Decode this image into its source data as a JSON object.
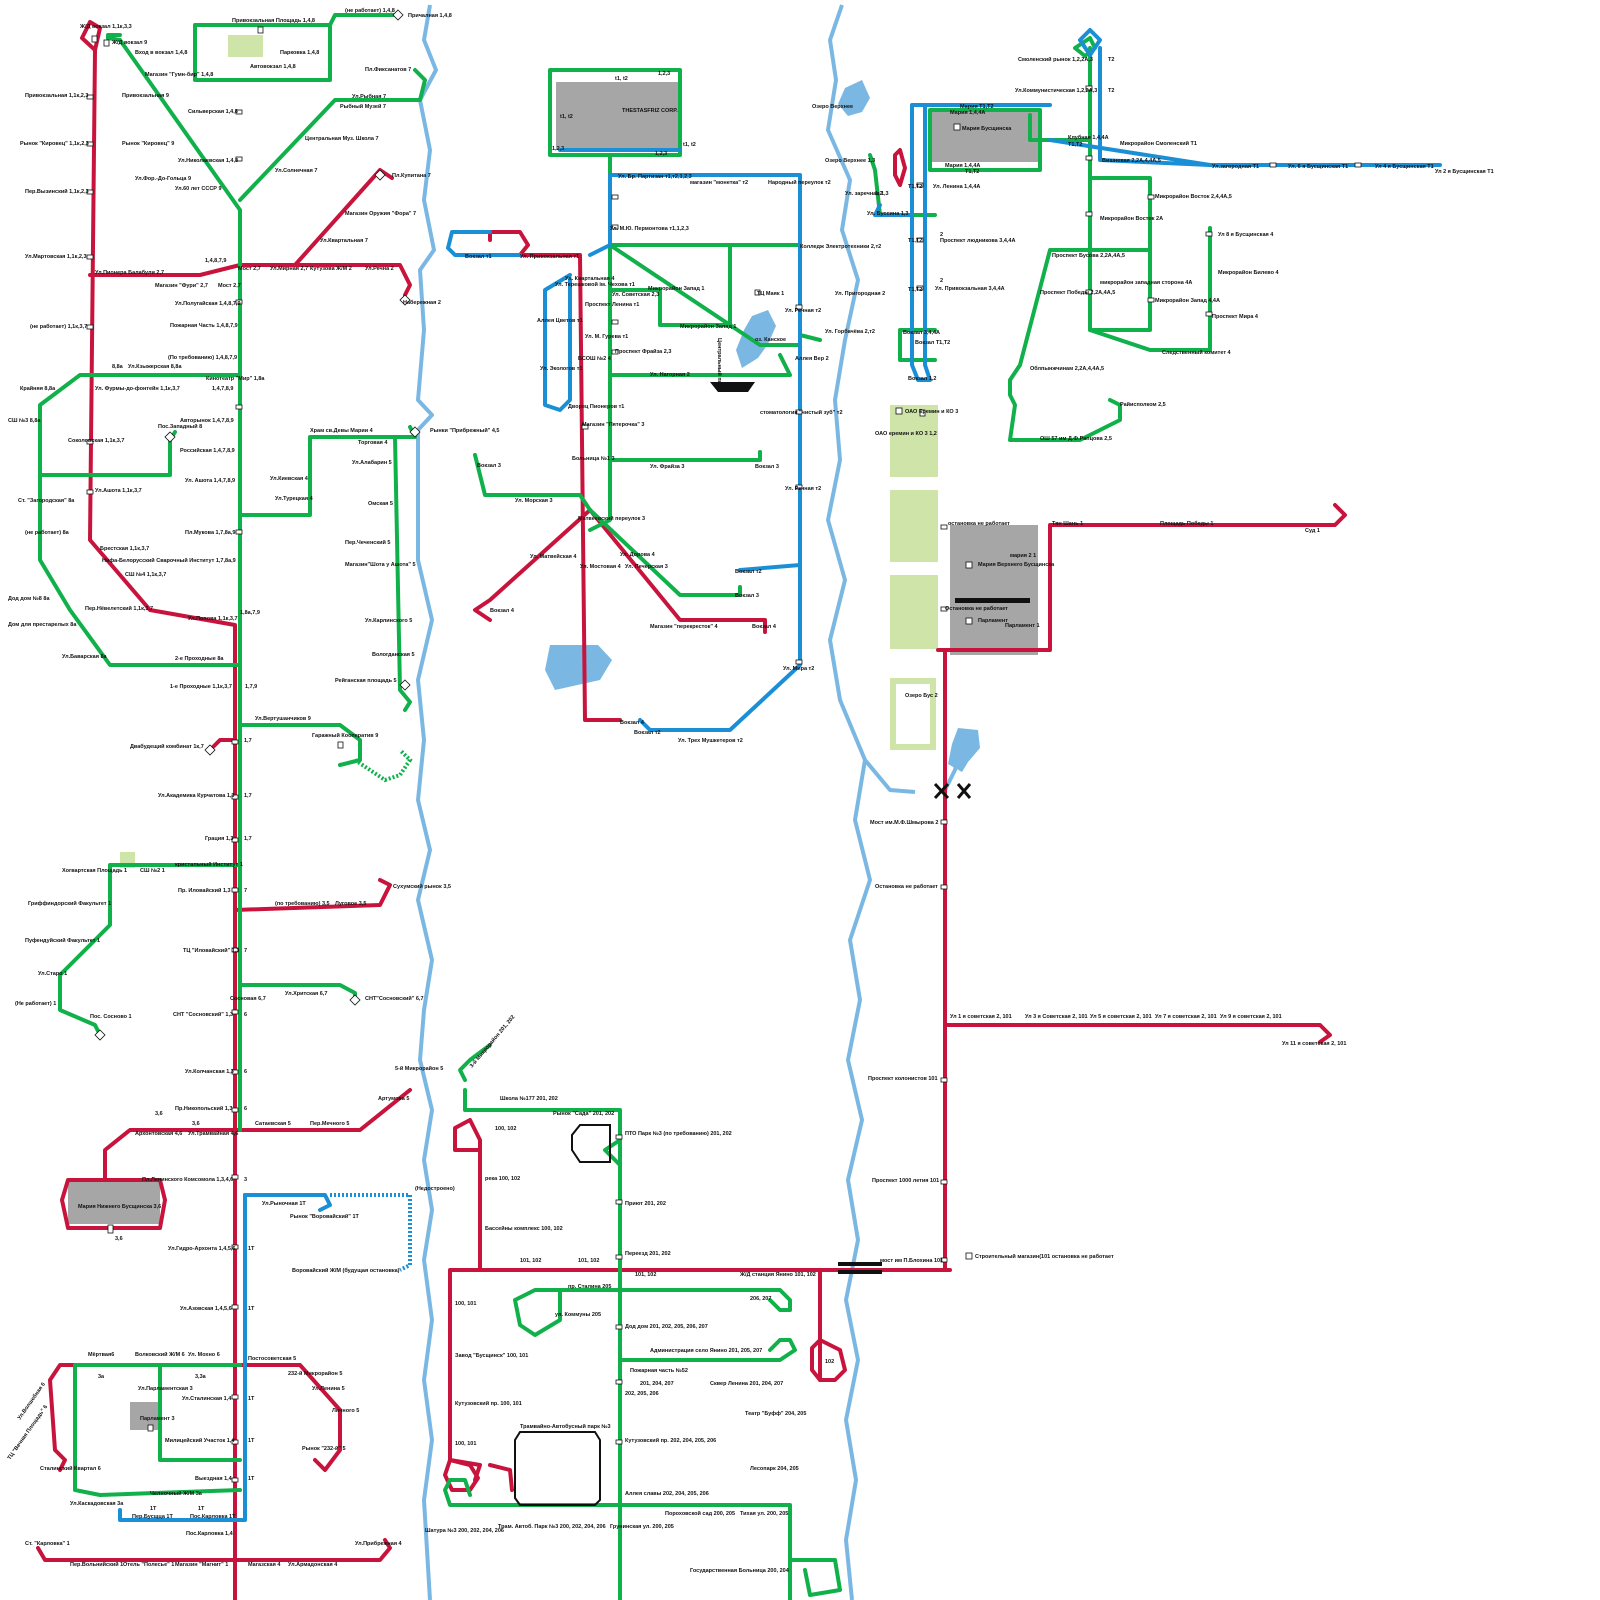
{
  "colors": {
    "tram_red": "#c8143c",
    "bus_green": "#10b04a",
    "trolley_blue": "#1a8fd6",
    "water": "#7ab8e3",
    "park": "#cfe4a8",
    "building": "#a6a6a6"
  },
  "icons": [
    "terminus-diamond-icon",
    "stop-square-icon",
    "landmark-square-icon",
    "bridge-icon"
  ],
  "labels": {
    "wesh_vokzal": "Ж/Д вокзал 1,1к,3,3",
    "priv_ploshad": "Привокзальная Площадь 1,4,8",
    "ne_rabotaet_top": "(не работает) 1,4,8",
    "prichalnyj": "Причалная 1,4,8",
    "vokzal9": "Ж/Д вокзал 9",
    "vhod": "Вход в вокзал 1,4,8",
    "parkovka": "Парковка 1,4,8",
    "avtovokzal": "Автовокзал 1,4,8",
    "gum_bir": "Магазин \"Гумн-бир\" 1,4,8",
    "privokzalnaya9": "Привокзальная 9",
    "privokzalnaya_left": "Привокзальная 1,1к,2,3",
    "silverskaya": "Сильверская 1,4,8",
    "rynok_kirovec": "Рынок \"Кировец\" 1,1к,2,3",
    "rynok_kirovec9": "Рынок \"Кировец\" 9",
    "nikolaevskaya": "Ул.Николаевская 1,4,8",
    "per_vyzinsky": "Пер.Вызинский 1,1к,2,3",
    "ul_fedorova": "Ул.Фор.-До-Гольца 9",
    "ul_60let": "Ул.60 лет СССР 9",
    "pl_fiksanatov": "Пл.Фиксанатов 7",
    "ul_rybnaya": "Ул.Рыбная 7",
    "rybny_muzej": "Рыбный Музей 7",
    "centr_muz": "Центральная Муз. Школа 7",
    "ul_solnechnaya": "Ул.Солнечная 7",
    "pl_kupitana": "Пл.Купитана 7",
    "magazin_oruzhiya": "Магазин Оружия \"Фора\" 7",
    "ul_kvartalnaya": "Ул.Квартальная 7",
    "ul_martovskaya": "Ул.Мартовская 1,1к,2,3",
    "ul_pionera": "Ул.Пионера Балабули 2,7",
    "magazin_furi": "Магазин \"Фури\" 2,7",
    "most27": "Мост 2,7",
    "most27b": "Мост 2,7",
    "node1": "1,4,8,7,9",
    "ul_mirnaya": "Ул.Мирная 2,7",
    "kutuzova": "Кутузова Ж/М 2",
    "ul_rechnaya": "Ул.Речна 2",
    "naberezhnaya": "Набережная 2",
    "poltavskaya": "Ул.Полугайская 1,4,8,7,9",
    "ne_rabotaet_left": "(не работает) 1,1к,3,7",
    "pozharnaya": "Пожарная Часть 1,4,8,7,9",
    "po_trebovaniyu": "(По требованию) 1,4,8,7,9",
    "kinoteatr": "Кинотеатр \"Мир\" 1,8а",
    "ul_kirovskaya": "Ул.Кзыжерская 8,8а",
    "s8a": "8,8а",
    "krainyaya": "Крайняя 8,8а",
    "ul_frunze": "Ул. Фурмы-до-фонтейн 1,1к,3,7",
    "n1478": "1,4,7,8,9",
    "sh3": "СШ №3 8,8а",
    "avtorynok": "Авторынок 1,4,7,8,9",
    "pos_zapadny": "Пос.Западный 8",
    "sokolovsk": "Соколовская 1,1к,3,7",
    "rossiyskaya": "Российская 1,4,7,8,9",
    "ul_ashota": "Ул. Ашота 1,4,7,8,9",
    "ul_ashota2": "Ул.Ашота 1,1к,3,7",
    "st_zagorod": "Ст. \"Загородская\" 8а",
    "ne_rabotaet_8a": "(не работает) 8а",
    "brestskaya": "Брестская 1,1к,3,7",
    "ninfa": "Нифа-Белорусский Сварочный Институт 1,7,8а,9",
    "sh4": "СШ №4 1,1к,3,7",
    "pl_mukova": "Пл.Мукова 1,7,8а,9",
    "dod_dom": "Дод дом №8 8а",
    "per_neveletsky": "Пер.Нёвелетский 1,1к,3,7",
    "dom_prestarelyh": "Дом для престарелых 8а",
    "ul_popova": "Ул.Попова 1,1к,3,7",
    "n179": "1,8а,7,9",
    "ul_bavarskaya": "Ул.Баварская 8а",
    "vtoroy_proh": "2-е Проходные 8а",
    "perv_proh": "1-е Проходные 1,1к,3,7",
    "n179b": "1,7,9",
    "hram": "Храм св.Девы Марии 4",
    "torgovaya": "Торговая 4",
    "rynki_pribrezh": "Рынки \"Прибрежный\" 4,5",
    "ul_kievskaya": "Ул.Киевская 4",
    "ul_alabarina": "Ул.Алабарин 5",
    "ul_tureckaya": "Ул.Турецкая 4",
    "omskaya": "Омская 5",
    "per_chechenskij": "Пер.Чеченский 5",
    "magazin_shota": "Магазин\"Шота у Ашота\" 5",
    "ul_karlinskogo": "Ул.Карлинского 5",
    "volgodanskaya": "Вологданская 5",
    "regalnaya": "Рейганская площадь 5",
    "ul_vertushanova": "Ул.Вертушанчиков 9",
    "garazh": "Гаражный Кооператив 9",
    "dvabudeshij": "Двабудещий комбинат 1к,7",
    "n17": "1,7",
    "ul_akademika": "Ул.Академика Курчатова 1,3",
    "n17b": "1,7",
    "graciya": "Грация 1,3",
    "n17c": "1,7",
    "hogvarts": "Хогвартская Площадь 1",
    "sh2": "СШ №2 1",
    "kristal": "кристальный Институт 1",
    "griff": "Гриффиндорский Факультет 1",
    "ul_ilovajsk": "Пр. Иловайский 1,3",
    "n7": "7",
    "po_treb35": "(по требованию) 3,5",
    "lugovoe": "Луговое 3,5",
    "suhumskij": "Сухумский рынок 3,5",
    "pufend": "Пуфендуйский Факультет 1",
    "tc_ilovajsk": "ТЦ \"Иловайский\" 1,3",
    "n7b": "7",
    "ul_staro": "Ул.Старо 1",
    "ne_rabotaet1": "(Не работает) 1",
    "sosnovaya": "Сосновая 6,7",
    "ul_hritskaya": "Ул.Хритская 6,7",
    "snt_sosn_r": "СНТ\"Сосновский\" 6,7",
    "snt_sosn": "СНТ \"Сосновский\" 1,3",
    "n6": "6",
    "pos_sosnovo": "Пос. Сосново 1",
    "ul_kolchanskaya": "Ул.Колчанская 1,3",
    "n6b": "6",
    "pyatyj_mkr": "5-й Микрорайон 5",
    "artyumova": "Артумова 5",
    "pr_nikolsk": "Пр.Никопольский 1,3",
    "n6c": "6",
    "n36": "3,6",
    "n36b": "3,6",
    "arhontovskaya": "Архонтовская 4,6",
    "ul_tramvajnaya": "Ул.Трамвайная 4,6",
    "sataevskaya": "Сатаевская 5",
    "per_mechnogo": "Пер.Мечного 5",
    "pl_leninskogo": "Пл.Ленинского Комсомола 1,3,4,6",
    "n3": "3",
    "mariya_nizh": "Мария Нижнего Бусщинска 3,6",
    "n36c": "3,6",
    "ul_rynochnaya": "Ул.Рыночная 1Т",
    "rynok_vorovajsk": "Рынок \"Воровайский\" 1Т",
    "nedostroeno": "(Недостроено)",
    "ul_gidro": "Ул.Гидро-Архонта 1,4,5,6",
    "n1t": "1Т",
    "vorovajsk_zhm": "Воровайский Ж/М (будущая остановка)",
    "ul_azovskaya": "Ул.Азовская 1,4,5,6",
    "n1t_b": "1Т",
    "mertvaya": "Мёртвая6",
    "n3a": "3а",
    "volkovsk": "Волковский Ж/М 6",
    "ul_mohno": "Ул. Мохно 6",
    "postovsk": "Постосоветская 5",
    "ul_parlamentskaya": "Ул.Парламентская 3",
    "n33a": "3,3а",
    "ul_stalinskaya": "Ул.Сталинская 1,4",
    "n1t_c": "1Т",
    "mkr232": "232-й Микрорайон 5",
    "ul_lenina5": "Ул.Ленина 5",
    "lichnogo5": "Личного 5",
    "parlament3": "Парламент 3",
    "milic": "Милицейский Участок 1,4",
    "n1t_d": "1Т",
    "rynok232": "Рынок \"232-й\" 5",
    "vyezdnaya": "Выездная 1,4",
    "n1t_e": "1Т",
    "chelnoch": "Челночный Ж/М 3а",
    "ul_kaskadnaya": "Ул.Каскадовская 3а",
    "n1t_f": "1Т",
    "n1t_g": "1Т",
    "stalinskij": "Сталинский Квартал 6",
    "tc_vechnaya": "ТЦ \"Вечная Площадь\" 6",
    "ul_volshebnaya": "Ул.Волшебная 6",
    "per_busshca": "Пер.Бусщца 1Т",
    "pos_karlovka1t": "Пос.Карловка 1Т",
    "pos_karlovka": "Пос.Карловка 1,4",
    "st_karlovka": "Ст. \"Карловка\" 1",
    "per_volnijskiy": "Пер.Вольнийский 1",
    "otel": "Отель \"Полесье\" 1",
    "magazin_magnit": "Магазин \"Магнит\" 1",
    "magazskaya": "Магазская 4",
    "ul_armadonskaya": "Ул.Армадонская 4",
    "ul_pribrezhnaya": "Ул.Прибрежная 4",
    "thestasfriz": "THESTASFRIZ CORP.",
    "t1t2_a": "t1, t2",
    "t1t2_b": "t1, t2",
    "t1t2_c": "t1, t2",
    "n123_a": "1,2,3",
    "n123_b": "1,2,3",
    "n123_c": "1,2,3",
    "ul_partizan": "Ул. Бр. Партизан т1,т2,1,2,3",
    "magazin_moneta": "магазин \"монетка\" т2",
    "narodnyj": "Народный переулок т2",
    "ul_permontova": "Ул. М.Ю. Пермонтова т1,1,2,3",
    "kolledzh": "Колледж Электротехники 2,т2",
    "vokzal_t1": "Вокзал т1",
    "ul_privokzalnaya_t1": "Ул. Привокзальная т1",
    "ul_kvartalnaya4": "Ул. Квартальная 4",
    "ul_tereshkovoj": "Ул. Терешковой ім. Чехова т1",
    "mkr_zapad1": "Микрорайон Запад 1",
    "tc_mayak": "ТЦ Маяк 1",
    "ul_sovetskaya": "Ул. Советская 2,3",
    "prosp_lenina": "Проспект Ленина т1",
    "alleya_cvetov": "Аллея Цветов т1",
    "ul_mgureva": "Ул. М. Гурева т1",
    "mkr_zapad1b": "Микрорайон Запад 1",
    "ul_rechnaya_t2": "Ул. Речная т2",
    "ul_prigorodnaya": "Ул. Пригородная 2",
    "ul_gorbachova": "Ул. Горбачёва 2,т2",
    "ozero_kanskoe": "оз. Канское",
    "cetralny_park": "Центральный парк",
    "sosh2": "БСОШ №2 4",
    "ul_ekologov": "Ул. Экологов т1",
    "prosp_fraiza": "Проспект Фрайза 2,3",
    "alleya_ver": "Аллея Вер 2",
    "ul_nagornaya": "Ул. Нагорная 2",
    "dvorec": "Дворец Пионеров т1",
    "stomatologiya": "стоматология \"чистый зуб\" т2",
    "magazin_pyaterochka": "Магазин \"Пятерочка\" 3",
    "vokzal3_l": "Вокзал 3",
    "bolnica1": "Больница №1 3",
    "ul_fraiza": "Ул. Фрайза 3",
    "vokzal3_r": "Вокзал 3",
    "ul_rechnaya_t2b": "Ул. Речная т2",
    "ul_morskaya": "Ул. Морская 3",
    "matveevskiy": "Матвеевский переулок 3",
    "ul_matvejskaya": "Ул. Матвейская 4",
    "ul_morozova": "Ул. Дорова 4",
    "ul_mostovaya": "Ул. Мостовая 4",
    "ul_pecherskaya": "Ул. Печерская 3",
    "vokzal_t2": "Вокзал т2",
    "vokzal4_l": "Вокзал 4",
    "vokzal3_b": "Вокзал 3",
    "magazin_perekrestok": "Магазин \"перекресток\" 4",
    "vokzal4_r": "Вокзал 4",
    "ul_mira": "Ул. Мира т2",
    "vokzal4_c": "Вокзал 4",
    "vokzal_t2b": "Вокзал т2",
    "ul_trex": "Ул. Трех Мушкетеров т2",
    "smolensky_rynok": "Смоленский рынок 1,2,2А,3",
    "ul_komm": "Ул.Коммунистическая 1,2,2А,3",
    "t2a": "Т2",
    "t2b": "Т2",
    "ozero_verhnee": "Озеро Верхнее",
    "mariya_t1": "Мария Т1,Т2",
    "mariya_1_4": "Мария 1,4,4А",
    "mariya_buss": "Мария Бусщинска",
    "klubnaya": "Клубная 1,4,4А",
    "t1t2_k": "Т1,Т2",
    "mkr_smolensky": "Микрорайон Смоленский Т1",
    "mariya_1_4b": "Мария 1,4,4А",
    "t1t2_m": "Т1,Т2",
    "ozero_verhnee1": "Озеро Верхнее 1,3",
    "n12_a": "1,2",
    "ul_zarechnaya": "Ул. заречная 1,3",
    "ul_lenina14": "Ул. Ленина 1,4,4А",
    "t1t2_n": "Т1,Т2",
    "vishnevaya": "Вишневая 2,2А,4,4А,5",
    "ul_zagorodnaya": "Ул.загородная Т1",
    "ul6": "Ул. 6 я Бусщинская Т1",
    "ul4": "Ул 4 я Бусщинская Т1",
    "ul2": "Ул 2 я Бусщинская Т1",
    "ul_bussina": "Ул. Буссина 1,3",
    "mkr_vostok": "Микрорайон Восток 2,4,4А,5",
    "mkr_vostok2a": "Микрорайон Восток 2А",
    "t1t2_p": "Т1,Т2",
    "n2a": "2",
    "prosp_lyudnikova": "Проспект людникова 3,4,4А",
    "ul8": "Ул 8 я Бусщинская 4",
    "prosp_busova": "Проспект Бусова 2,2А,4А,5",
    "t1t2_q": "Т1,Т2",
    "n2b": "2",
    "ul_privokz": "Ул. Привокзальная 3,4,4А",
    "mkr_zapad_storona": "микрорайон западная сторона 4А",
    "mkr_bilevo": "Микрорайон Билево 4",
    "prosp_pobedy": "Проспект Победы 2,2А,4А,5",
    "mkr_zapad4a": "Микрорайон Запад 4,4А",
    "prosp_mira": "Проспект Мира 4",
    "vokzal_344": "Вокзал 3,4,4А",
    "vokzal_t1t2": "Вокзал Т1,Т2",
    "sledstvenny": "Следственный комитет 4",
    "oblastnaya": "Облпынжчинам 2,2А,4,4А,5",
    "vokzal12": "Вокзал 1,2",
    "rajispolkom": "Райисполком 2,5",
    "oao_eremin": "ОАО Еремин и КО 3",
    "oao_eremin2": "ОАО еремин и КО 3 1,2",
    "shk57": "ОШ 57 им Д.Ф.Рапцова 2,5",
    "ost_ne_rabotaet": "остановка не работает",
    "tyan_shan": "Тян Шань 1",
    "ploshad_pobedy": "Площадь Победы 1",
    "sud": "Суд 1",
    "mariya21": "мария 2 1",
    "mariya_verh": "Мария Верхнего Бусщинска",
    "ost_ne_rab2": "Остановка не работает",
    "parlament": "Парламент",
    "parlament1": "Парламент 1",
    "ozero_bus": "Озеро Бус 2",
    "most_shmyrova": "Мост им.М.Ф.Шмырова 2",
    "ost_ne_rab3": "Остановка не работает",
    "ul1_sov": "Ул 1 я советская 2, 101",
    "ul3_sov": "Ул 3 я Советская 2, 101",
    "ul5_sov": "Ул 5 я советская 2, 101",
    "ul7_sov": "Ул 7 я советская 2, 101",
    "ul9_sov": "Ул 9 я советская 2, 101",
    "ul11_sov": "Ул 11 я советская 2, 101",
    "prosp_kolonistov": "Проспект колонистов 101",
    "prosp_1000": "Проспект 1000 летия 101",
    "most_blohina": "мост им П.Блохина 101",
    "stroitelny": "Строительный магазин(101 остановка не работает",
    "mkr_201": "3-й Микрорайон 201, 202",
    "shkola177": "Школа №177 201, 202",
    "rynok_sad": "Рынок \"Сада\" 201, 202",
    "n100_102": "100, 102",
    "pto_park": "ПТО Парк №3 (по требованию) 201, 202",
    "reka_100": "река 100, 102",
    "priut": "Приют 201, 202",
    "bassejn": "Бассейны комплекс 100, 102",
    "perezd": "Переезд 201, 202",
    "n101_102a": "101, 102",
    "n101_102b": "101, 102",
    "n101_102c": "101, 102",
    "zhd_yanino": "Ж/Д станция Янино 101, 102",
    "pr_stalina": "пр. Сталина 205",
    "n206_207": "206, 207",
    "n100_101": "100, 101",
    "ul_kommuny": "ул. Коммуны 205",
    "det_dom": "Дод дом 201, 202, 205, 206, 207",
    "zavod": "Завод \"Бусщинск\" 100, 101",
    "admin": "Администрация село Янино 201, 205, 207",
    "n102": "102",
    "pozharnaya52": "Пожарная часть №52",
    "n201_204": "201, 204, 207",
    "skver_lenina": "Сквер Ленина 201, 204, 207",
    "n202_205": "202, 205, 206",
    "kutuzovsky": "Кутузовский пр. 100, 101",
    "teatr": "Театр \"Буфф\" 204, 205",
    "tram_avto": "Трамвайно-Автобусный парк №3",
    "n100_101b": "100, 101",
    "kutuzovsky2": "Кутузовский пр. 202, 204, 205, 206",
    "lesopark": "Лесопарк 204, 205",
    "alleya_slavy": "Аллея славы 202, 204, 205, 206",
    "porohovskij": "Пороховской сад 200, 205",
    "tihaya": "Тихая ул. 200, 205",
    "shatura": "Шатура №3 200, 202, 204, 206",
    "tram_avto2": "Трам. Автоб. Парк №3 200, 202, 204, 206",
    "grunskaya": "Грунинская ул. 200, 205",
    "gos_bolnica": "Государственная Больница 200, 204"
  }
}
